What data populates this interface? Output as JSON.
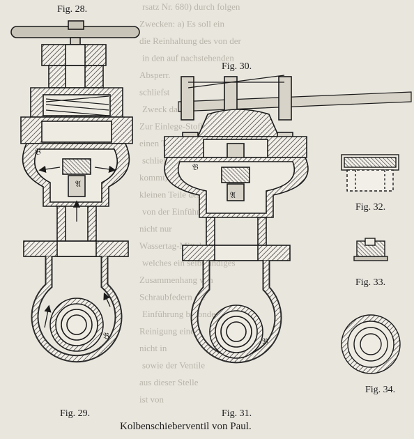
{
  "figures": {
    "fig28": "Fig. 28.",
    "fig29": "Fig. 29.",
    "fig30": "Fig. 30.",
    "fig31": "Fig. 31.",
    "fig32": "Fig. 32.",
    "fig33": "Fig. 33.",
    "fig34": "Fig. 34."
  },
  "caption": "Kolbenschieberventil von Paul.",
  "part_marks": {
    "b": "𝔅",
    "a": "𝔄"
  },
  "background_text_lines": [
    "rsatz Nr. 680) durch folgen",
    "Zwecken: a) Es soll ein",
    "die Reinhaltung des von der",
    "in den auf nachstehenden",
    "Absperr.",
    "schliefst",
    "Zweck das",
    "Zur Einlege-Stoffe",
    "einen Teil ist",
    "schliefst, die",
    "kommt, welche an",
    "kleinen Teile des",
    "von der Einführung",
    "nicht nur",
    "Wassertag-Mittel",
    "welches ein selbständiges",
    "Zusammenhang von",
    "Schraubfedern die",
    "Einführung besonders",
    "Reinigung einer",
    "nicht in",
    "sowie der Ventile",
    "aus dieser Stelle",
    "ist von"
  ],
  "colors": {
    "paper": "#e9e6de",
    "ink": "#1b1b1b",
    "hatch": "#333333",
    "bleed_text": "#b9b5ab"
  }
}
